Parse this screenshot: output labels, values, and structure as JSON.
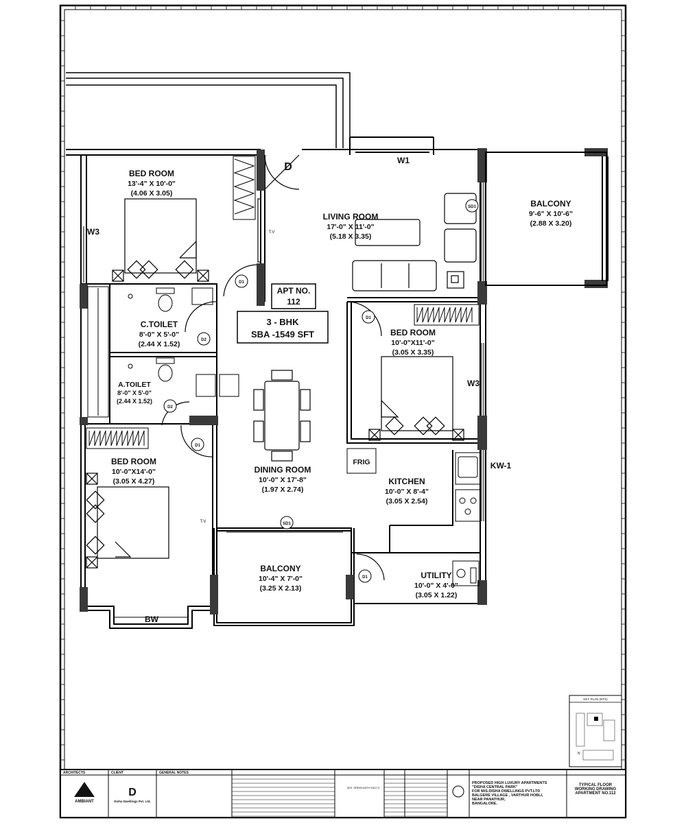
{
  "rooms": {
    "bed1": {
      "name": "BED ROOM",
      "dim1": "13'-4\" X 10'-0\"",
      "dim2": "(4.06 X 3.05)"
    },
    "living": {
      "name": "LIVING ROOM",
      "dim1": "17'-0\" X 11'-0\"",
      "dim2": "(5.18 X 3.35)"
    },
    "balcony_top": {
      "name": "BALCONY",
      "dim1": "9'-6\" X 10'-6\"",
      "dim2": "(2.88 X 3.20)"
    },
    "ctoilet": {
      "name": "C.TOILET",
      "dim1": "8'-0\" X 5'-0\"",
      "dim2": "(2.44 X 1.52)"
    },
    "atoilet": {
      "name": "A.TOILET",
      "dim1": "8'-0\" X 5'-0\"",
      "dim2": "(2.44 X 1.52)"
    },
    "bed2": {
      "name": "BED ROOM",
      "dim1": "10'-0\"X11'-0\"",
      "dim2": "(3.05 X 3.35)"
    },
    "bed3": {
      "name": "BED ROOM",
      "dim1": "10'-0\"X14'-0\"",
      "dim2": "(3.05 X 4.27)"
    },
    "dining": {
      "name": "DINING ROOM",
      "dim1": "10'-0\" X 17'-8\"",
      "dim2": "(1.97 X 2.74)"
    },
    "kitchen": {
      "name": "KITCHEN",
      "dim1": "10'-0\" X 8'-4\"",
      "dim2": "(3.05 X 2.54)"
    },
    "balcony_bottom": {
      "name": "BALCONY",
      "dim1": "10'-4\" X 7'-0\"",
      "dim2": "(3.25 X 2.13)"
    },
    "utility": {
      "name": "UTILITY",
      "dim1": "10'-0\" X 4'-0\"",
      "dim2": "(3.05 X 1.22)"
    }
  },
  "apartment": {
    "label": "APT NO.",
    "number": "112",
    "type": "3 - BHK",
    "area": "SBA -1549 SFT"
  },
  "tags": {
    "D": "D",
    "W1": "W1",
    "W3": "W3",
    "SD1": "SD1",
    "D1": "D1",
    "D2": "D2",
    "TV": "T.V",
    "KW1": "KW-1",
    "FRIG": "FRIG",
    "BW": "BW",
    "N": "N"
  },
  "title_block": {
    "architects_label": "ARCHITECTS",
    "architect_name": "AMBIANT",
    "client_label": "CLIENT",
    "client_name": "Disha Dwellings Pvt. Ltd.",
    "general_notes": "GENERAL NOTES",
    "sign_name": "M/S. SREEKANTH RAO S.",
    "project_lines": [
      "PROPOSED HIGH LUXURY APARTMENTS",
      "\"DISHA CENTRAL PARK\"",
      "FOR M/S.DISHA DWELLINGS PVT.LTD",
      "BALGERE VILLAGE , VARTHUR HOBLI,",
      "NEAR PANATHUR,",
      "BANGALORE."
    ],
    "drawing_title": [
      "TYPICAL FLOOR",
      "WORKING DRAWING",
      "APARTMENT NO.112"
    ],
    "key_plan": "KEY PLAN (NTS)"
  }
}
